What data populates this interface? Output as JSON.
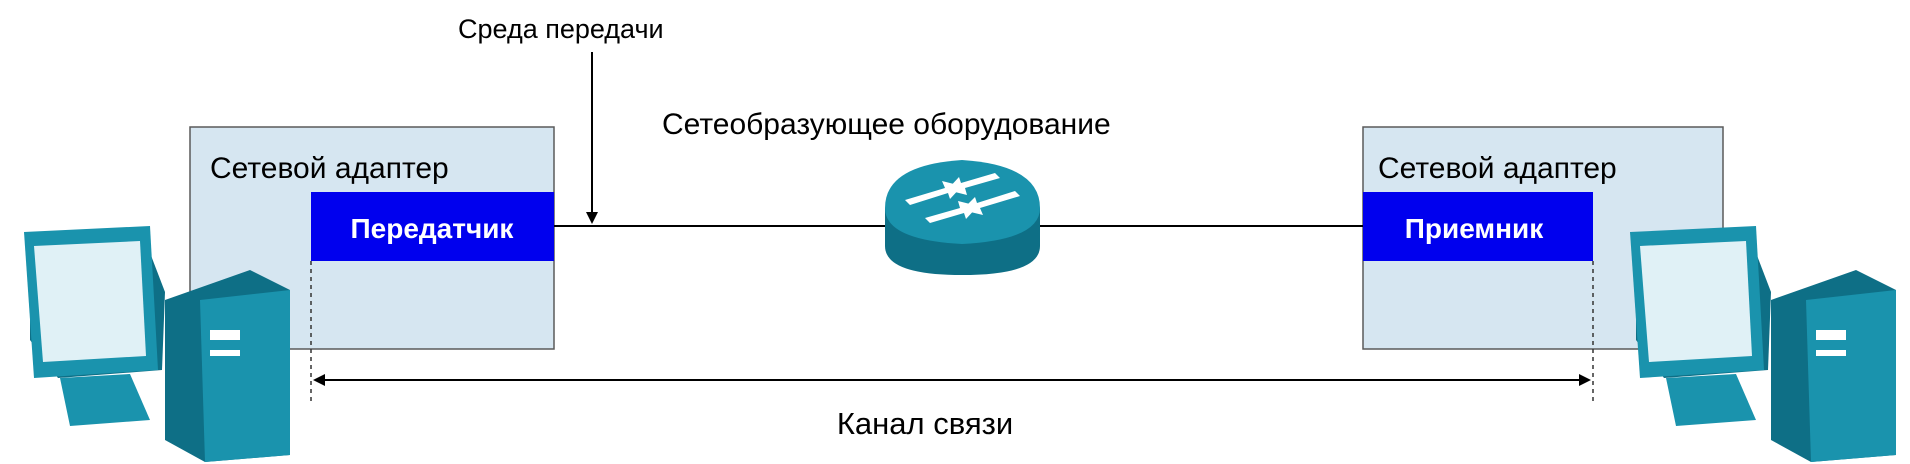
{
  "labels": {
    "medium": "Среда передачи",
    "network_equipment": "Сетеобразующее оборудование",
    "adapter_left": "Сетевой адаптер",
    "adapter_right": "Сетевой адаптер",
    "transmitter": "Передатчик",
    "receiver": "Приемник",
    "channel": "Канал связи"
  },
  "colors": {
    "adapter_fill": "#d6e6f1",
    "adapter_stroke": "#5a5a5a",
    "block_blue": "#0000ee",
    "device_teal": "#1a93ad",
    "device_dark": "#0e6f86",
    "switch_top": "#1a93ad",
    "switch_side": "#0e6f86"
  },
  "icons": [
    "computer-icon",
    "network-switch-icon",
    "arrow-icon"
  ]
}
